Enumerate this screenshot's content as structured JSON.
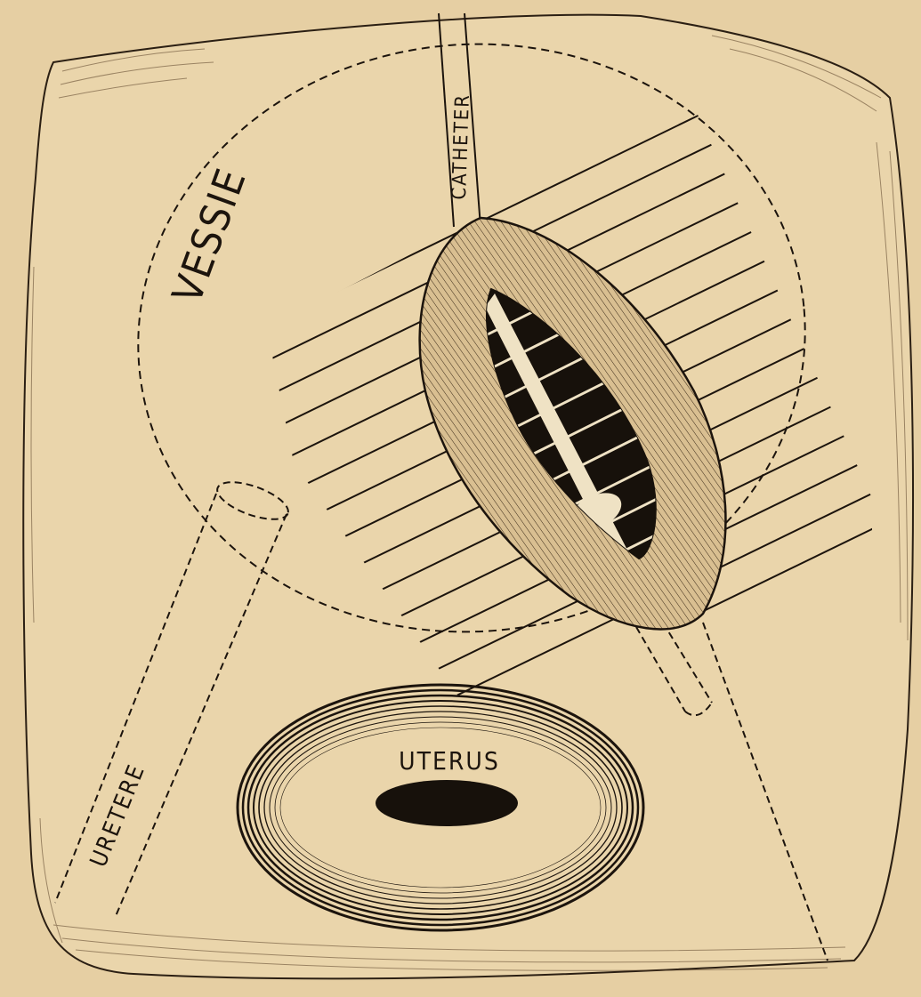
{
  "labels": {
    "bladder": "VESSIE",
    "catheter": "CATHETER",
    "ureter": "URETERE",
    "uterus": "UTERUS"
  },
  "colors": {
    "paper": "#e6cfa3",
    "tissue": "#ead5ab",
    "ink": "#1c140d",
    "wound_fill": "#d7bd8f"
  }
}
